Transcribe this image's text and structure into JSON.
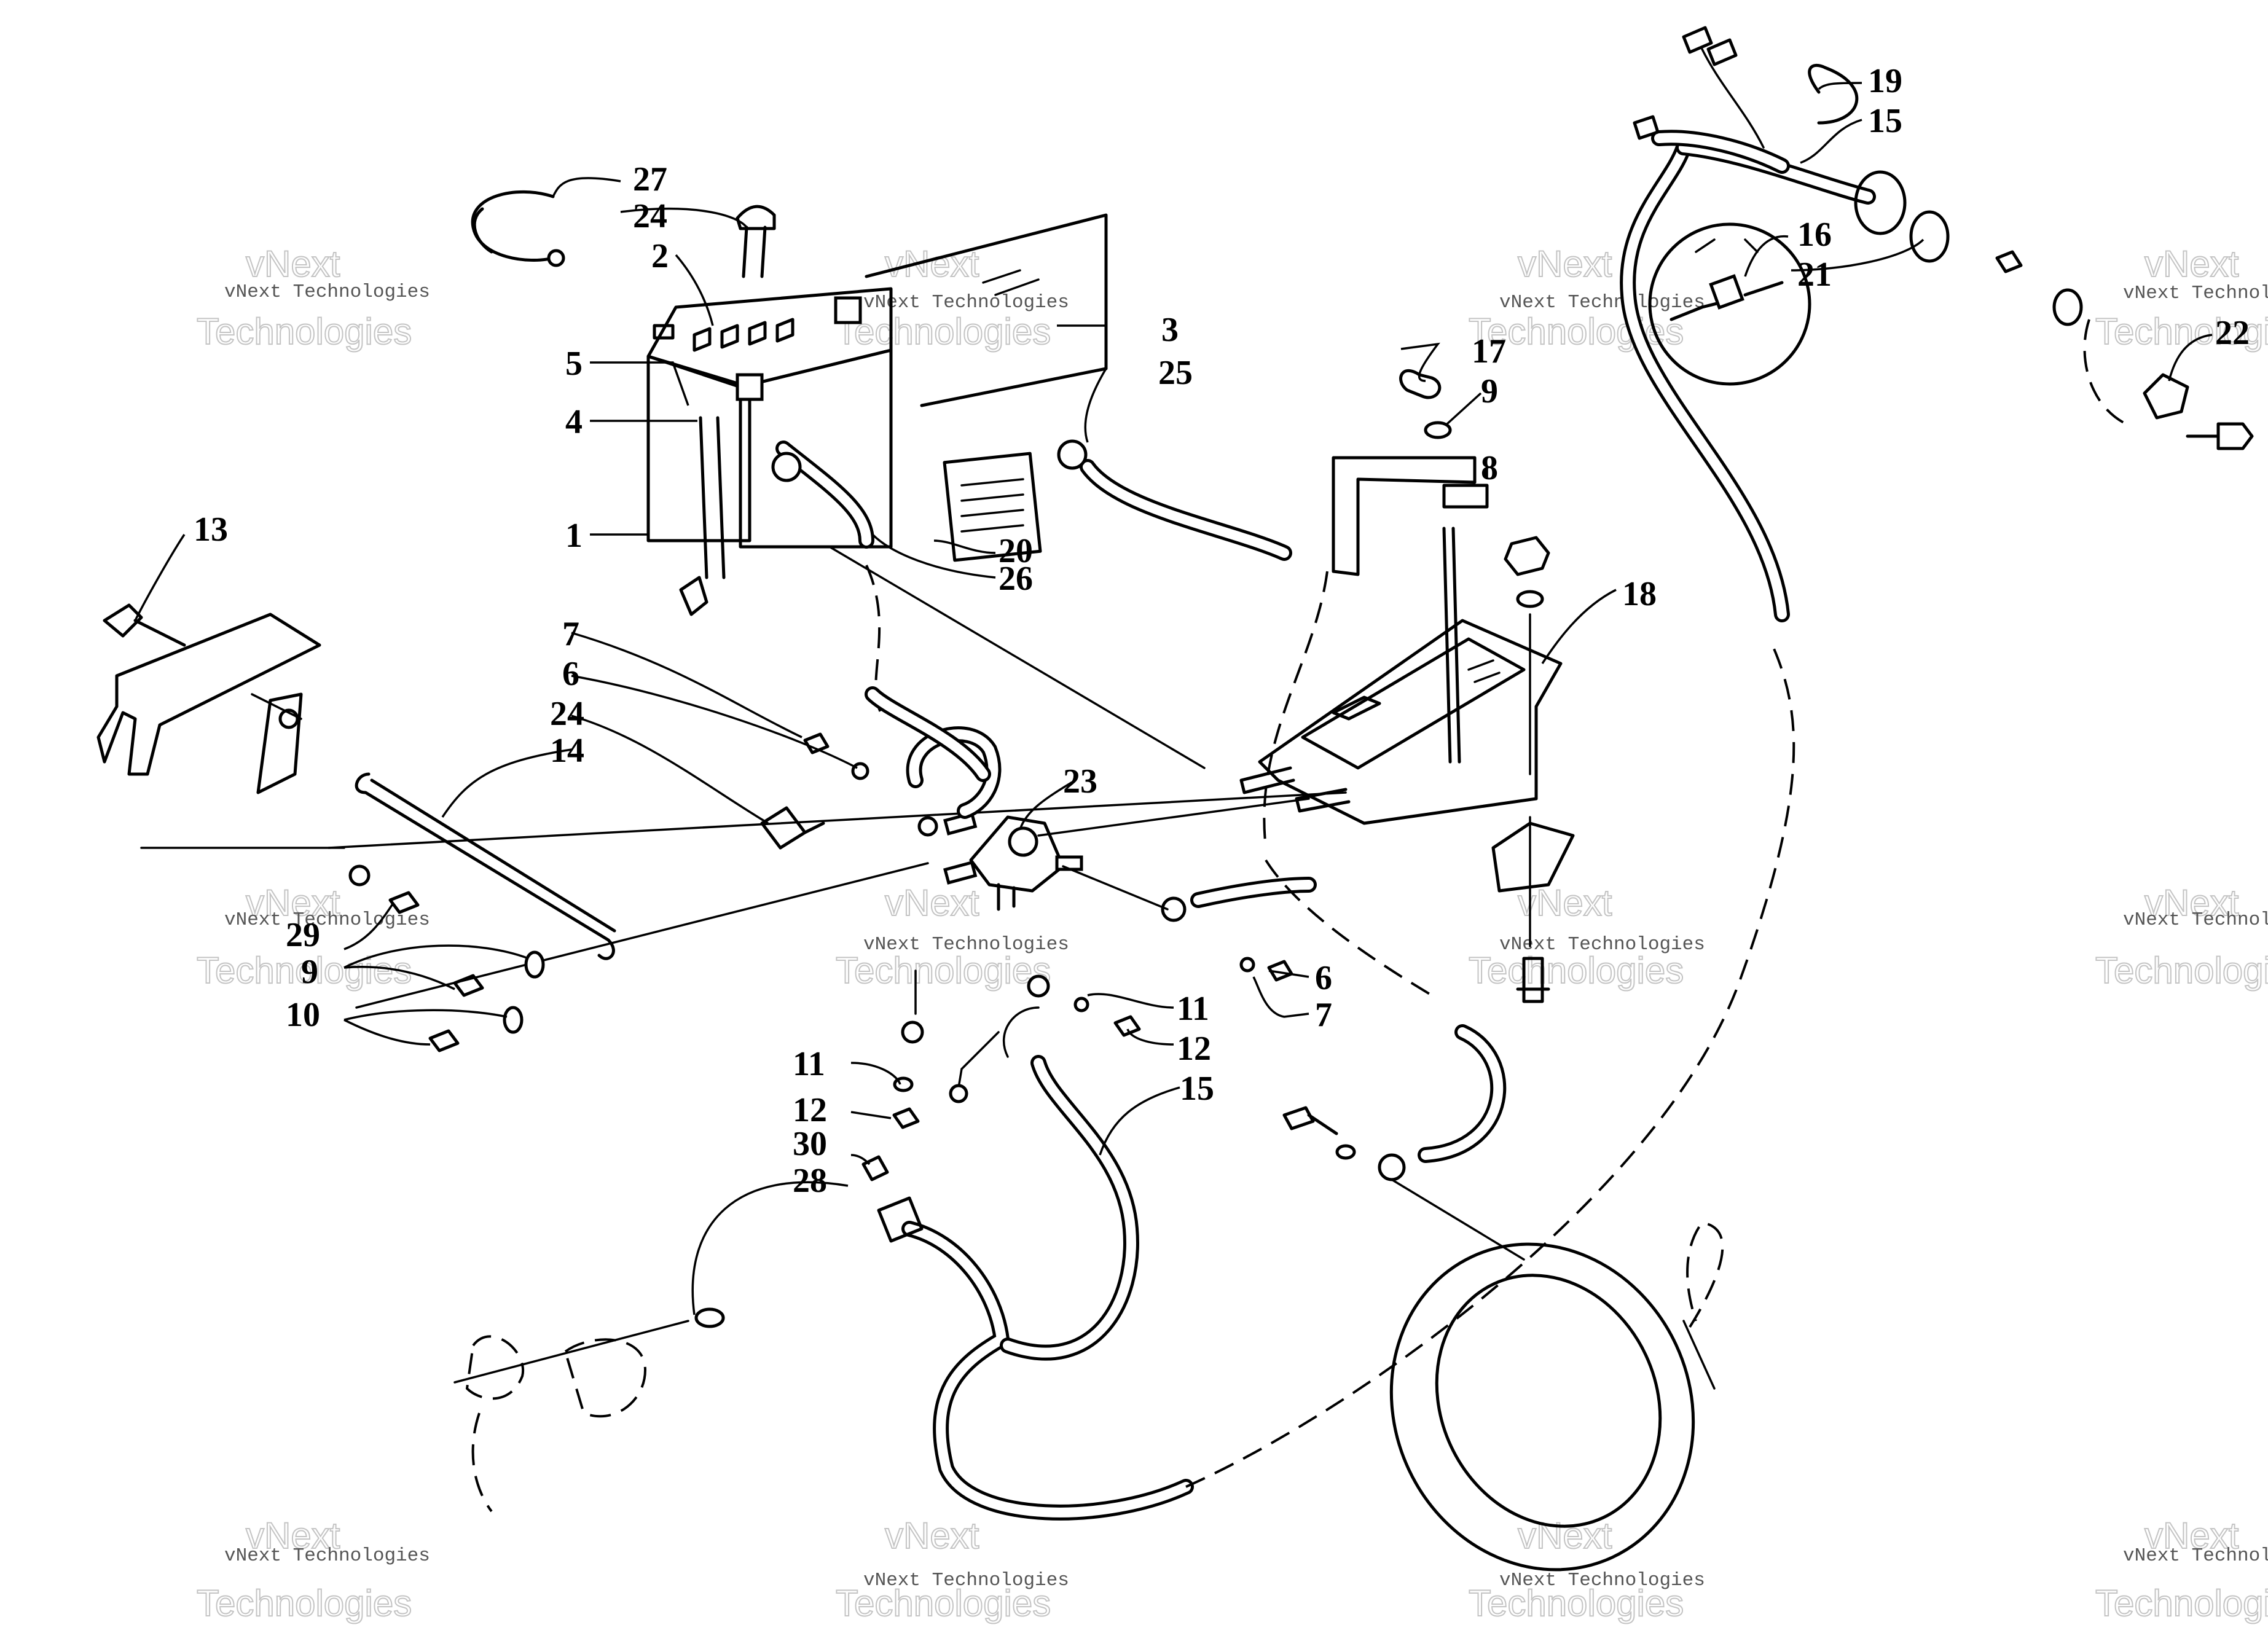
{
  "diagram": {
    "callouts": [
      {
        "id": "c1",
        "label": "1"
      },
      {
        "id": "c2",
        "label": "2"
      },
      {
        "id": "c3",
        "label": "3"
      },
      {
        "id": "c4",
        "label": "4"
      },
      {
        "id": "c5",
        "label": "5"
      },
      {
        "id": "c6a",
        "label": "6"
      },
      {
        "id": "c6b",
        "label": "6"
      },
      {
        "id": "c7a",
        "label": "7"
      },
      {
        "id": "c7b",
        "label": "7"
      },
      {
        "id": "c8",
        "label": "8"
      },
      {
        "id": "c9a",
        "label": "9"
      },
      {
        "id": "c9b",
        "label": "9"
      },
      {
        "id": "c10",
        "label": "10"
      },
      {
        "id": "c11a",
        "label": "11"
      },
      {
        "id": "c11b",
        "label": "11"
      },
      {
        "id": "c12a",
        "label": "12"
      },
      {
        "id": "c12b",
        "label": "12"
      },
      {
        "id": "c13",
        "label": "13"
      },
      {
        "id": "c14",
        "label": "14"
      },
      {
        "id": "c15a",
        "label": "15"
      },
      {
        "id": "c15b",
        "label": "15"
      },
      {
        "id": "c16",
        "label": "16"
      },
      {
        "id": "c17",
        "label": "17"
      },
      {
        "id": "c18",
        "label": "18"
      },
      {
        "id": "c19",
        "label": "19"
      },
      {
        "id": "c20",
        "label": "20"
      },
      {
        "id": "c21",
        "label": "21"
      },
      {
        "id": "c22",
        "label": "22"
      },
      {
        "id": "c23",
        "label": "23"
      },
      {
        "id": "c24a",
        "label": "24"
      },
      {
        "id": "c24b",
        "label": "24"
      },
      {
        "id": "c25",
        "label": "25"
      },
      {
        "id": "c26",
        "label": "26"
      },
      {
        "id": "c27",
        "label": "27"
      },
      {
        "id": "c28",
        "label": "28"
      },
      {
        "id": "c29",
        "label": "29"
      },
      {
        "id": "c30",
        "label": "30"
      }
    ]
  },
  "watermark": {
    "line1": "vNext Technologies",
    "line2": "vNext",
    "line3": "Technologies"
  }
}
